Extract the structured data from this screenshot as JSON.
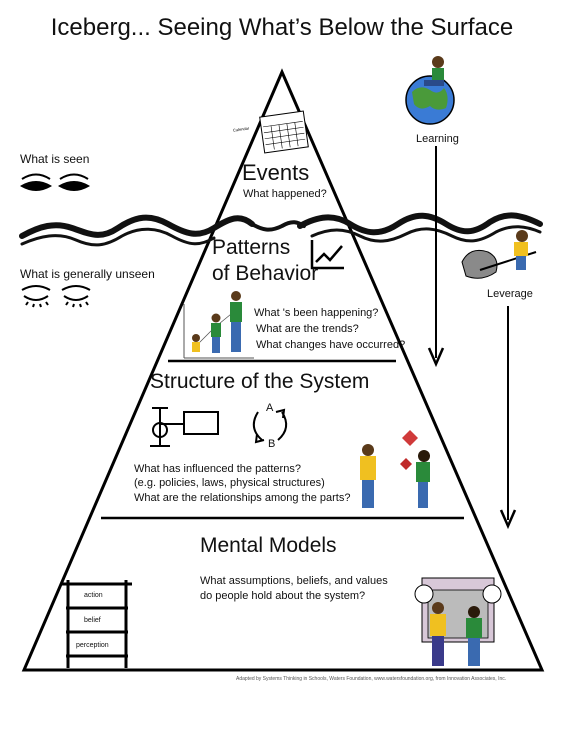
{
  "title": "Iceberg... Seeing What’s Below the Surface",
  "side_labels": {
    "seen": "What is seen",
    "unseen": "What is generally unseen",
    "learning": "Learning",
    "leverage": "Leverage"
  },
  "levels": {
    "events": {
      "title": "Events",
      "question": "What happened?",
      "calendar_label": "Calendar"
    },
    "patterns": {
      "title_line1": "Patterns",
      "title_line2": "of Behavior",
      "questions": [
        "What 's been happening?",
        "What are the trends?",
        "What changes have occurred?"
      ]
    },
    "structure": {
      "title": "Structure of the System",
      "loop_a": "A",
      "loop_b": "B",
      "questions": [
        "What has influenced the patterns?",
        "(e.g. policies, laws, physical structures)",
        "What are the relationships among the parts?"
      ]
    },
    "mental_models": {
      "title": "Mental Models",
      "questions": [
        "What assumptions, beliefs, and values",
        "do people hold about the system?"
      ],
      "ladder": [
        "action",
        "belief",
        "perception"
      ]
    }
  },
  "credit": "Adapted by Systems Thinking in Schools, Waters Foundation, www.watersfoundation.org, from Innovation Associates, Inc."
}
